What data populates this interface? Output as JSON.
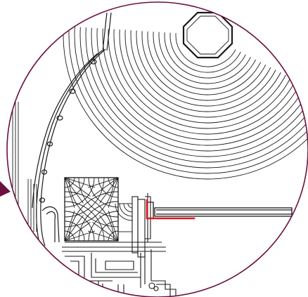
{
  "diagram": {
    "kind": "cad-detail-callout",
    "colors": {
      "background": "#ffffff",
      "line": "#1a1a1a",
      "callout_border": "#6b1140",
      "pointer": "#6b1140",
      "highlight": "#e0181f"
    },
    "elements": [
      "callout-circle",
      "callout-pointer",
      "octagon-pipe",
      "radial-hatch",
      "curved-seal-profile",
      "square-fan-hatch",
      "window-frame-profile",
      "red-highlight-bracket",
      "horizontal-panel",
      "bottom-frame-profile"
    ]
  }
}
